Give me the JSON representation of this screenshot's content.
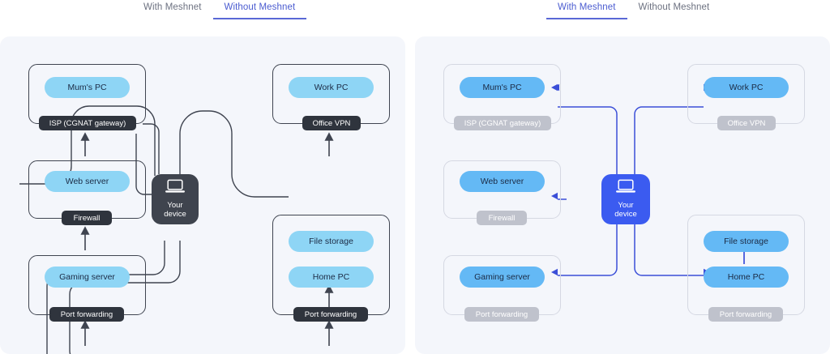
{
  "panels": [
    {
      "id": "without",
      "tabs": [
        {
          "label": "With Meshnet",
          "active": false
        },
        {
          "label": "Without Meshnet",
          "active": true
        }
      ],
      "device": {
        "label_line1": "Your",
        "label_line2": "device",
        "icon": "laptop-icon",
        "color": "#3f444e"
      },
      "groups": [
        {
          "id": "mums",
          "node": "Mum's PC",
          "tag": "ISP (CGNAT gateway)"
        },
        {
          "id": "web",
          "node": "Web server",
          "tag": "Firewall"
        },
        {
          "id": "gaming",
          "node": "Gaming server",
          "tag": "Port forwarding"
        },
        {
          "id": "work",
          "node": "Work PC",
          "tag": "Office VPN"
        },
        {
          "id": "home",
          "node": "Home PC",
          "node2": "File storage",
          "tag": "Port forwarding"
        }
      ]
    },
    {
      "id": "with",
      "tabs": [
        {
          "label": "With Meshnet",
          "active": true
        },
        {
          "label": "Without Meshnet",
          "active": false
        }
      ],
      "device": {
        "label_line1": "Your",
        "label_line2": "device",
        "icon": "laptop-icon",
        "color": "#3b5bf0"
      },
      "groups": [
        {
          "id": "mums",
          "node": "Mum's PC",
          "tag": "ISP (CGNAT gateway)"
        },
        {
          "id": "web",
          "node": "Web server",
          "tag": "Firewall"
        },
        {
          "id": "gaming",
          "node": "Gaming server",
          "tag": "Port forwarding"
        },
        {
          "id": "work",
          "node": "Work PC",
          "tag": "Office VPN"
        },
        {
          "id": "home",
          "node": "Home PC",
          "node2": "File storage",
          "tag": "Port forwarding"
        }
      ]
    }
  ],
  "colors": {
    "panel_bg": "#f4f6fb",
    "node_blue": "#8ed5f5",
    "node_blue_bright": "#64b9f5",
    "tag_dark": "#2f343d",
    "tag_muted": "#bfc2cc",
    "wire_gray": "#3f4450",
    "wire_blue": "#3b4fd8",
    "accent": "#5a68d6",
    "device_dark": "#3f444e",
    "device_blue": "#3b5bf0"
  }
}
